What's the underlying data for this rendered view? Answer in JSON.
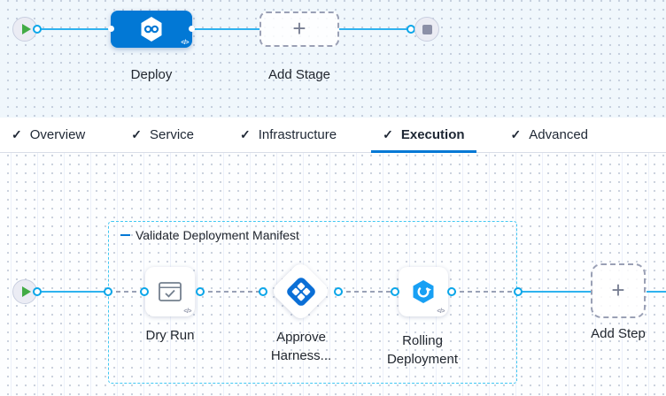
{
  "icons": {
    "plus": "+",
    "code": "</>",
    "check": "✓"
  },
  "colors": {
    "primary_blue": "#0278d5",
    "line_cyan": "#2eb2ef",
    "group_border_cyan": "#41c8f3",
    "play_green": "#42ab45",
    "approve_icon_blue": "#0b6fd6",
    "rolling_icon_azure": "#18a0f4",
    "end_node_gray": "#8c90a7"
  },
  "stage_pipeline": {
    "stage": {
      "label": "Deploy"
    },
    "add_stage_label": "Add Stage"
  },
  "tabs": [
    {
      "label": "Overview",
      "checked": true,
      "active": false
    },
    {
      "label": "Service",
      "checked": true,
      "active": false
    },
    {
      "label": "Infrastructure",
      "checked": true,
      "active": false
    },
    {
      "label": "Execution",
      "checked": true,
      "active": true
    },
    {
      "label": "Advanced",
      "checked": true,
      "active": false
    }
  ],
  "execution": {
    "group_label": "Validate Deployment Manifest",
    "steps": [
      {
        "label": "Dry Run"
      },
      {
        "label": "Approve Harness..."
      },
      {
        "label": "Rolling Deployment"
      }
    ],
    "add_step_label": "Add Step"
  }
}
